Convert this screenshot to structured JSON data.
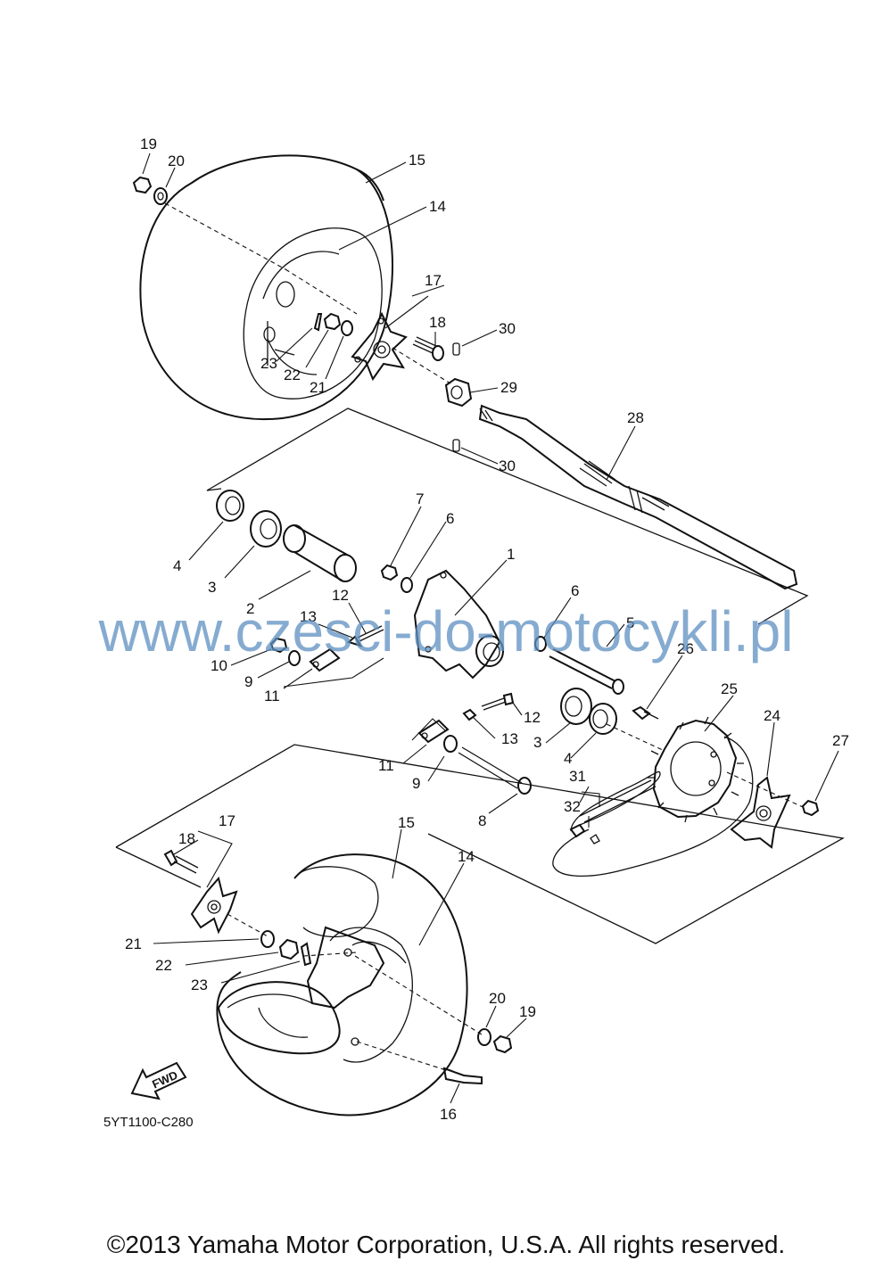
{
  "watermark": "www.czesci-do-motocykli.pl",
  "diagram_code": "5YT1100-C280",
  "fwd_label": "FWD",
  "copyright": "©2013 Yamaha Motor Corporation, U.S.A. All rights reserved.",
  "callouts": {
    "c19a": "19",
    "c20a": "20",
    "c15a": "15",
    "c14a": "14",
    "c17a": "17",
    "c18a": "18",
    "c30a": "30",
    "c29": "29",
    "c23a": "23",
    "c22a": "22",
    "c21a": "21",
    "c28": "28",
    "c30b": "30",
    "c7": "7",
    "c6a": "6",
    "c1": "1",
    "c4a": "4",
    "c3a": "3",
    "c2": "2",
    "c12a": "12",
    "c13a": "13",
    "c10": "10",
    "c9a": "9",
    "c11a": "11",
    "c6b": "6",
    "c5": "5",
    "c26": "26",
    "c25": "25",
    "c24": "24",
    "c27": "27",
    "c12b": "12",
    "c13b": "13",
    "c3b": "3",
    "c4b": "4",
    "c11b": "11",
    "c9b": "9",
    "c8": "8",
    "c31": "31",
    "c32": "32",
    "c17b": "17",
    "c18b": "18",
    "c15b": "15",
    "c14b": "14",
    "c21b": "21",
    "c22b": "22",
    "c23b": "23",
    "c20b": "20",
    "c19b": "19",
    "c16": "16"
  }
}
